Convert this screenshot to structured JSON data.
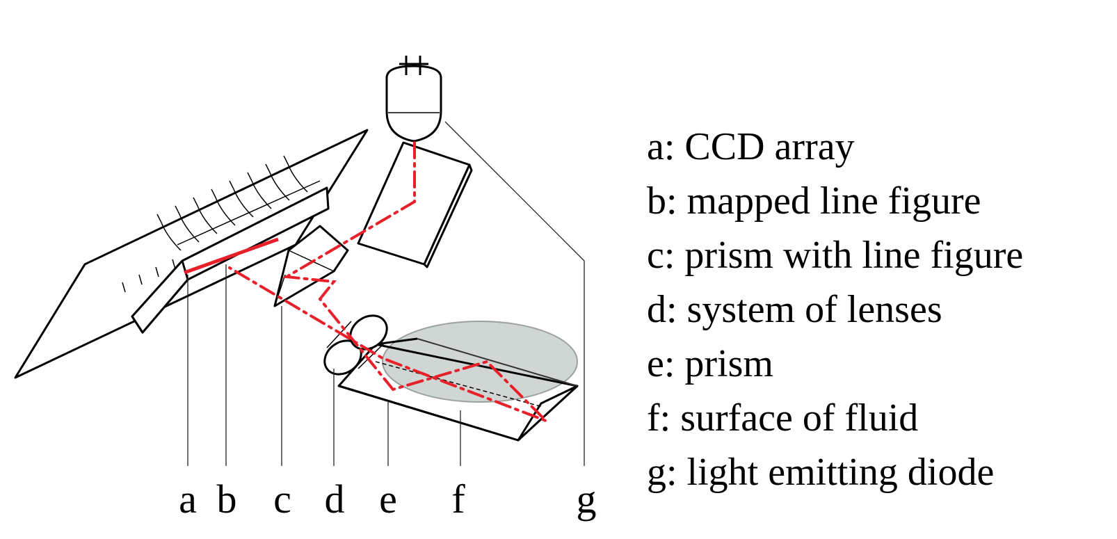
{
  "labels": [
    "a",
    "b",
    "c",
    "d",
    "e",
    "f",
    "g"
  ],
  "legend": [
    {
      "key": "a",
      "text": "a: CCD array"
    },
    {
      "key": "b",
      "text": "b: mapped line figure"
    },
    {
      "key": "c",
      "text": "c: prism with line figure"
    },
    {
      "key": "d",
      "text": "d: system of lenses"
    },
    {
      "key": "e",
      "text": "e: prism"
    },
    {
      "key": "f",
      "text": "f: surface of fluid"
    },
    {
      "key": "g",
      "text": "g: light emitting diode"
    }
  ],
  "colors": {
    "beam": "#e8202a",
    "fluid": "#c8cfcb",
    "ink": "#000000"
  }
}
